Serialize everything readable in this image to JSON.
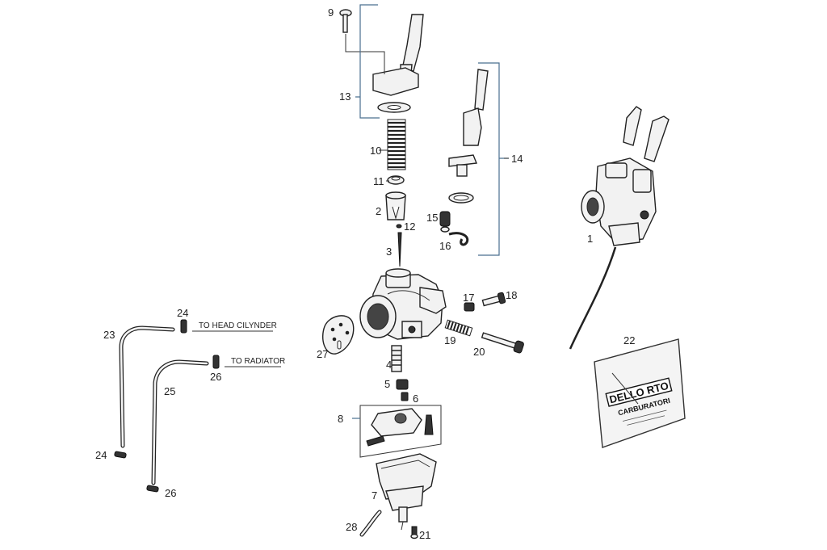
{
  "diagram": {
    "callouts": [
      "1",
      "2",
      "3",
      "4",
      "5",
      "6",
      "7",
      "8",
      "9",
      "10",
      "11",
      "12",
      "13",
      "14",
      "15",
      "16",
      "17",
      "18",
      "19",
      "20",
      "21",
      "22",
      "23",
      "24",
      "24",
      "25",
      "26",
      "26",
      "27",
      "28"
    ],
    "notes": {
      "to_head": "TO HEAD CILYNDER",
      "to_radiator": "TO RADIATOR"
    },
    "kit_bag": {
      "brand": "DELLO RTO",
      "subtitle": "CARBURATORI"
    }
  }
}
